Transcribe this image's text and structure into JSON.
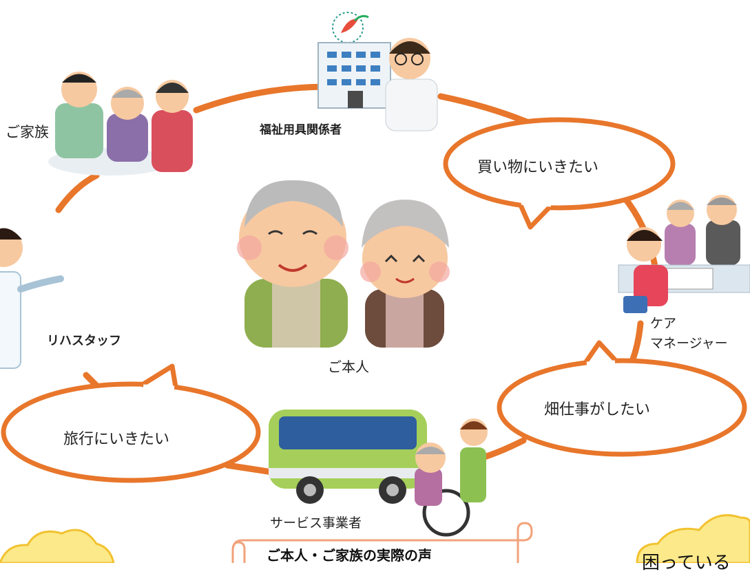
{
  "center": {
    "label": "ご本人"
  },
  "stakeholders": {
    "family": "ご家族",
    "welfare_equipment": "福祉用具関係者",
    "rehab_staff": "リハスタッフ",
    "care_manager_line1": "ケア",
    "care_manager_line2": "マネージャー",
    "service_provider": "サービス事業者"
  },
  "bubbles": {
    "shopping": "買い物にいきたい",
    "farming": "畑仕事がしたい",
    "travel": "旅行にいきたい"
  },
  "footer": {
    "scroll_title": "ご本人・ご家族の実際の声",
    "right_cloud": "困っている"
  },
  "colors": {
    "ring": "#e8762b",
    "cloud_fill": "#fbe98a",
    "cloud_stroke": "#f2c230",
    "scroll_stroke": "#f2a27a"
  }
}
